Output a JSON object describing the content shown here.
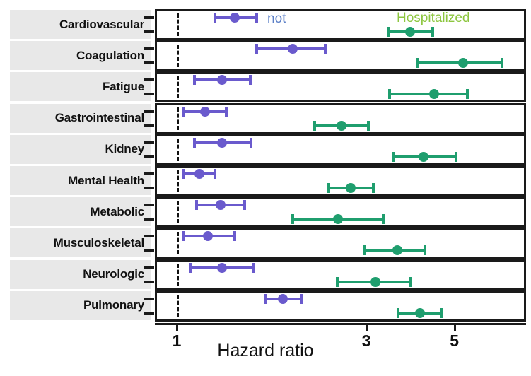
{
  "chart_data": {
    "type": "scatter",
    "title": "",
    "xlabel": "Hazard ratio",
    "ylabel": "",
    "xscale": "log",
    "xlim": [
      0.93,
      7.6
    ],
    "xticks": [
      1,
      3,
      5
    ],
    "xticklabels": [
      "1",
      "3",
      "5"
    ],
    "reference_line": 1,
    "grid": false,
    "legend_position": "inside-top-row",
    "categories": [
      "Cardiovascular",
      "Coagulation",
      "Fatigue",
      "Gastrointestinal",
      "Kidney",
      "Mental Health",
      "Metabolic",
      "Musculoskeletal",
      "Neurologic",
      "Pulmonary"
    ],
    "series": [
      {
        "name": "not",
        "label": "not",
        "color": "#6a5acd",
        "label_color": "#5b7fc7",
        "values": [
          1.4,
          1.96,
          1.3,
          1.18,
          1.3,
          1.14,
          1.29,
          1.2,
          1.3,
          1.85
        ],
        "ci_low": [
          1.25,
          1.59,
          1.11,
          1.04,
          1.11,
          1.04,
          1.12,
          1.04,
          1.08,
          1.67
        ],
        "ci_high": [
          1.59,
          2.36,
          1.53,
          1.33,
          1.54,
          1.25,
          1.48,
          1.4,
          1.56,
          2.06
        ]
      },
      {
        "name": "Hospitalized",
        "label": "Hospitalized",
        "color": "#1f9e6e",
        "label_color": "#8dc63f",
        "values": [
          3.87,
          5.25,
          4.44,
          2.6,
          4.18,
          2.74,
          2.55,
          3.59,
          3.16,
          4.09
        ],
        "ci_low": [
          3.41,
          4.05,
          3.44,
          2.22,
          3.5,
          2.41,
          1.96,
          2.97,
          2.54,
          3.61
        ],
        "ci_high": [
          4.4,
          6.59,
          5.38,
          3.04,
          5.05,
          3.12,
          3.31,
          4.22,
          3.87,
          4.64
        ]
      }
    ]
  },
  "axis": {
    "title": "Hazard ratio",
    "tick_1": "1",
    "tick_3": "3",
    "tick_5": "5"
  },
  "legend": {
    "not_label": "not",
    "hospitalized_label": "Hospitalized"
  },
  "labels": {
    "cardiovascular": "Cardiovascular",
    "coagulation": "Coagulation",
    "fatigue": "Fatigue",
    "gastrointestinal": "Gastrointestinal",
    "kidney": "Kidney",
    "mental_health": "Mental Health",
    "metabolic": "Metabolic",
    "musculoskeletal": "Musculoskeletal",
    "neurologic": "Neurologic",
    "pulmonary": "Pulmonary"
  },
  "colors": {
    "not_marker": "#6a5acd",
    "hospitalized_marker": "#1f9e6e",
    "not_text": "#5b7fc7",
    "hospitalized_text": "#8dc63f",
    "panel_border": "#1a1a1a",
    "label_strip": "#e8e8e8"
  }
}
